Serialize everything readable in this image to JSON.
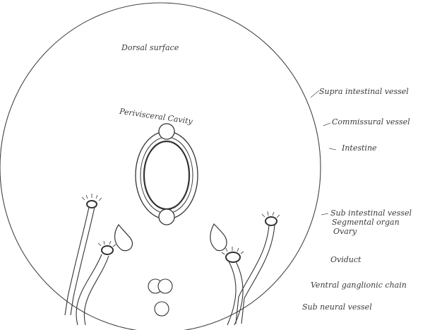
{
  "labels": {
    "dorsal_surface": "Dorsal surface",
    "perivisceral_cavity": "Perivisceral Cavity",
    "supra_intestinal_vessel": "Supra intestinal vessel",
    "commissural_vessel": "Commissural vessel",
    "intestine": "Intestine",
    "sub_intestinal_vessel": "Sub intestinal vessel",
    "segmental_organ": "Segmental organ",
    "ovary": "Ovary",
    "oviduct": "Oviduct",
    "ventral_ganglionic_chain": "Ventral ganglionic chain",
    "sub_neural_vessel": "Sub neural vessel"
  }
}
